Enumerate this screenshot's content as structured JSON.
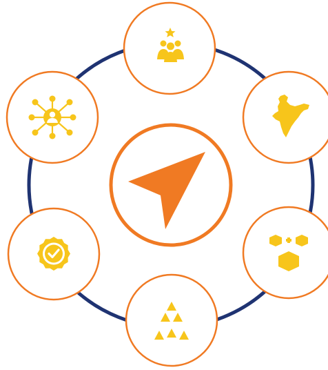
{
  "colors": {
    "ring": "#1f3372",
    "orange": "#f07a23",
    "yellow": "#f7c51b",
    "background": "#ffffff"
  },
  "center": {
    "icon": "navigation-arrow-icon"
  },
  "satellites": [
    {
      "id": "top",
      "icon": "team-star-icon"
    },
    {
      "id": "upper-right",
      "icon": "india-map-icon"
    },
    {
      "id": "lower-right",
      "icon": "connected-boxes-icon"
    },
    {
      "id": "bottom",
      "icon": "triangle-pyramid-icon"
    },
    {
      "id": "lower-left",
      "icon": "verified-badge-icon"
    },
    {
      "id": "upper-left",
      "icon": "user-network-icon"
    }
  ]
}
